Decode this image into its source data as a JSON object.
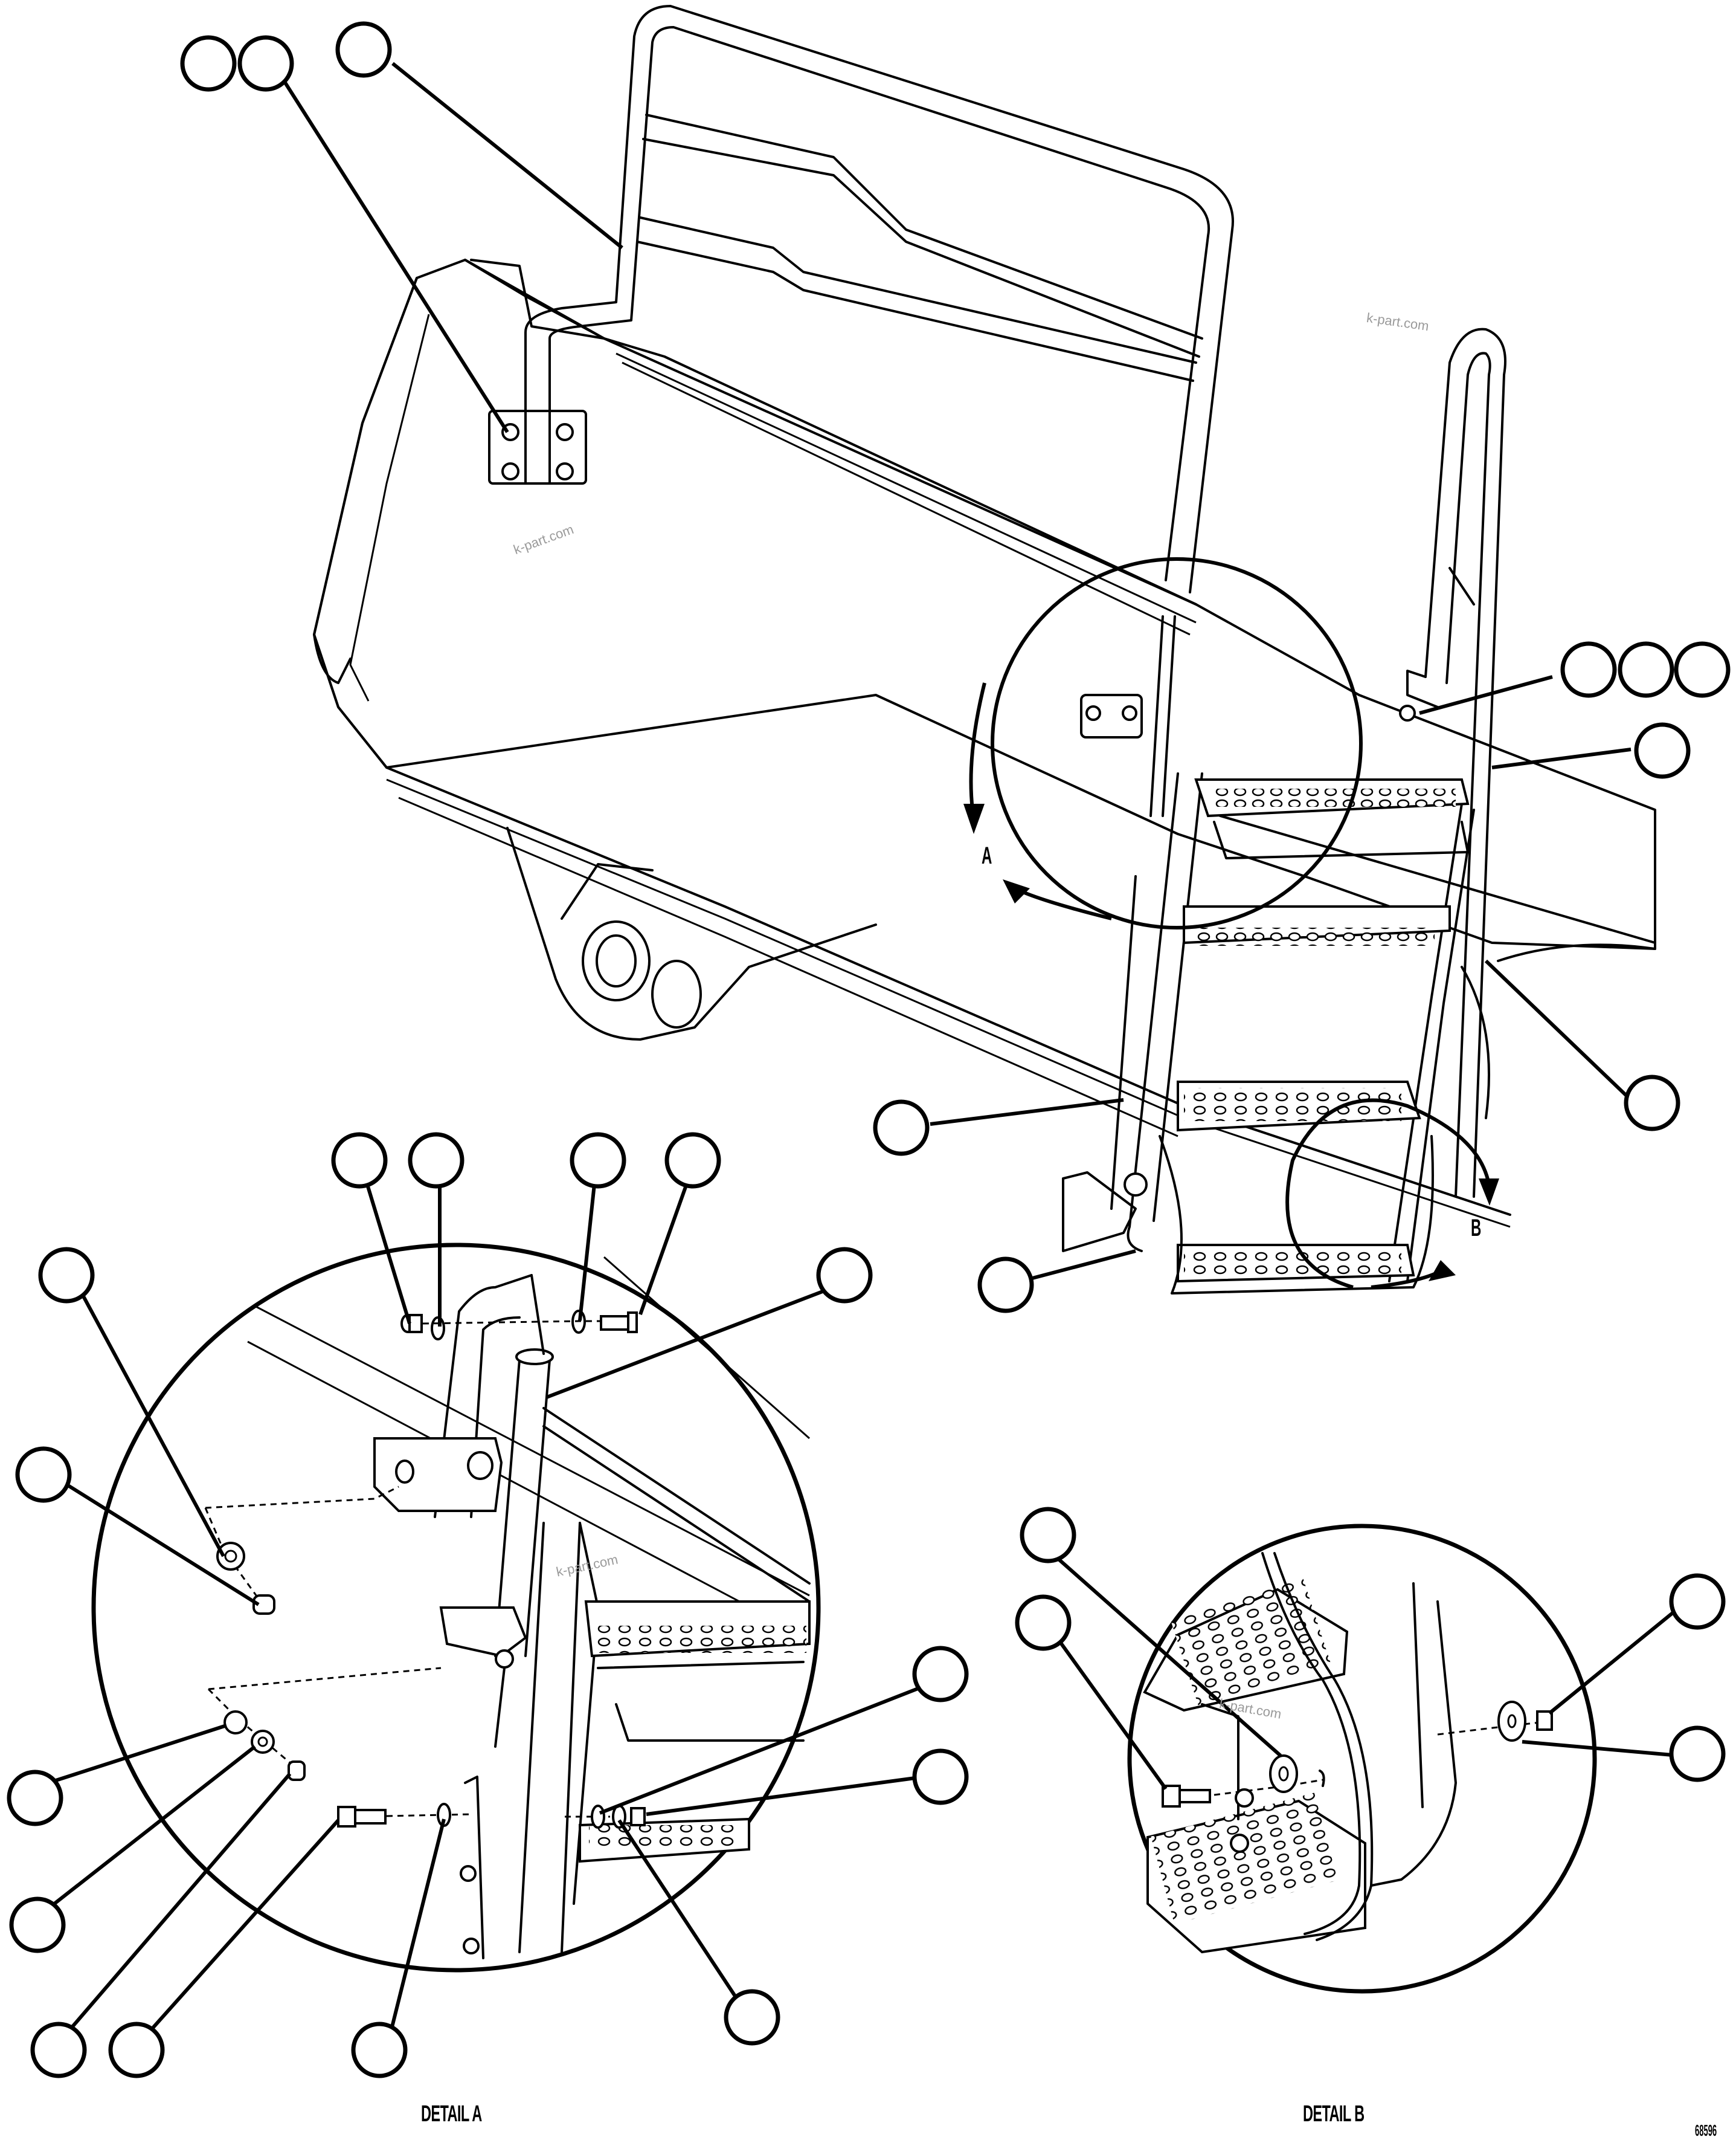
{
  "diagram": {
    "type": "exploded parts illustration",
    "subject": "access ladder with handrail and hinged steps mounted to machine fender/platform",
    "image_number": "68596",
    "views": [
      {
        "id": "main",
        "label": ""
      },
      {
        "id": "detail_a",
        "label": "DETAIL A",
        "indicator_letter": "A"
      },
      {
        "id": "detail_b",
        "label": "DETAIL B",
        "indicator_letter": "B"
      }
    ],
    "watermarks": [
      "k-part.com",
      "k-part.com",
      "k-part.com",
      "k-part.com",
      "k-part.com"
    ],
    "callouts": {
      "main": [
        {
          "id": "m1",
          "text": ""
        },
        {
          "id": "m2",
          "text": ""
        },
        {
          "id": "m3",
          "text": ""
        },
        {
          "id": "m4",
          "text": ""
        },
        {
          "id": "m5",
          "text": ""
        },
        {
          "id": "m6",
          "text": ""
        },
        {
          "id": "m7",
          "text": ""
        },
        {
          "id": "m8",
          "text": ""
        },
        {
          "id": "m9",
          "text": ""
        },
        {
          "id": "m10",
          "text": ""
        }
      ],
      "detail_a": [
        {
          "id": "a1",
          "text": ""
        },
        {
          "id": "a2",
          "text": ""
        },
        {
          "id": "a3",
          "text": ""
        },
        {
          "id": "a4",
          "text": ""
        },
        {
          "id": "a5",
          "text": ""
        },
        {
          "id": "a6",
          "text": ""
        },
        {
          "id": "a7",
          "text": ""
        },
        {
          "id": "a8",
          "text": ""
        },
        {
          "id": "a9",
          "text": ""
        },
        {
          "id": "a10",
          "text": ""
        },
        {
          "id": "a11",
          "text": ""
        },
        {
          "id": "a12",
          "text": ""
        },
        {
          "id": "a13",
          "text": ""
        },
        {
          "id": "a14",
          "text": ""
        },
        {
          "id": "a15",
          "text": ""
        },
        {
          "id": "a16",
          "text": ""
        }
      ],
      "detail_b": [
        {
          "id": "b1",
          "text": ""
        },
        {
          "id": "b2",
          "text": ""
        },
        {
          "id": "b3",
          "text": ""
        },
        {
          "id": "b4",
          "text": ""
        }
      ]
    },
    "colors": {
      "line": "#000000",
      "background": "#ffffff",
      "watermark": "#9a9a9a"
    }
  }
}
